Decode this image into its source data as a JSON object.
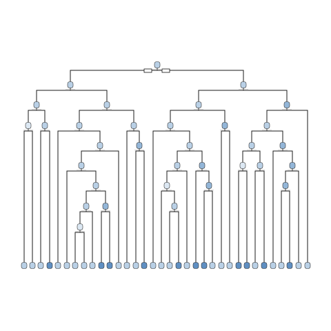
{
  "tree": {
    "root_split": {
      "left_label": "",
      "right_label": ""
    },
    "node_palette": {
      "very_light": "#dce8f3",
      "light": "#b9d0e6",
      "medium": "#93b6d8",
      "dark": "#5f8fc2",
      "edge": "#1a1a1a"
    },
    "leaf_shades": [
      "light",
      "light",
      "light",
      "dark",
      "light",
      "light",
      "light",
      "light",
      "light",
      "dark",
      "dark",
      "light",
      "light",
      "light",
      "dark",
      "light",
      "light",
      "light",
      "dark",
      "light",
      "dark",
      "dark",
      "light",
      "light",
      "light",
      "dark",
      "dark",
      "light",
      "dark",
      "light",
      "light",
      "dark",
      "light",
      "light",
      "dark",
      "dark"
    ]
  }
}
